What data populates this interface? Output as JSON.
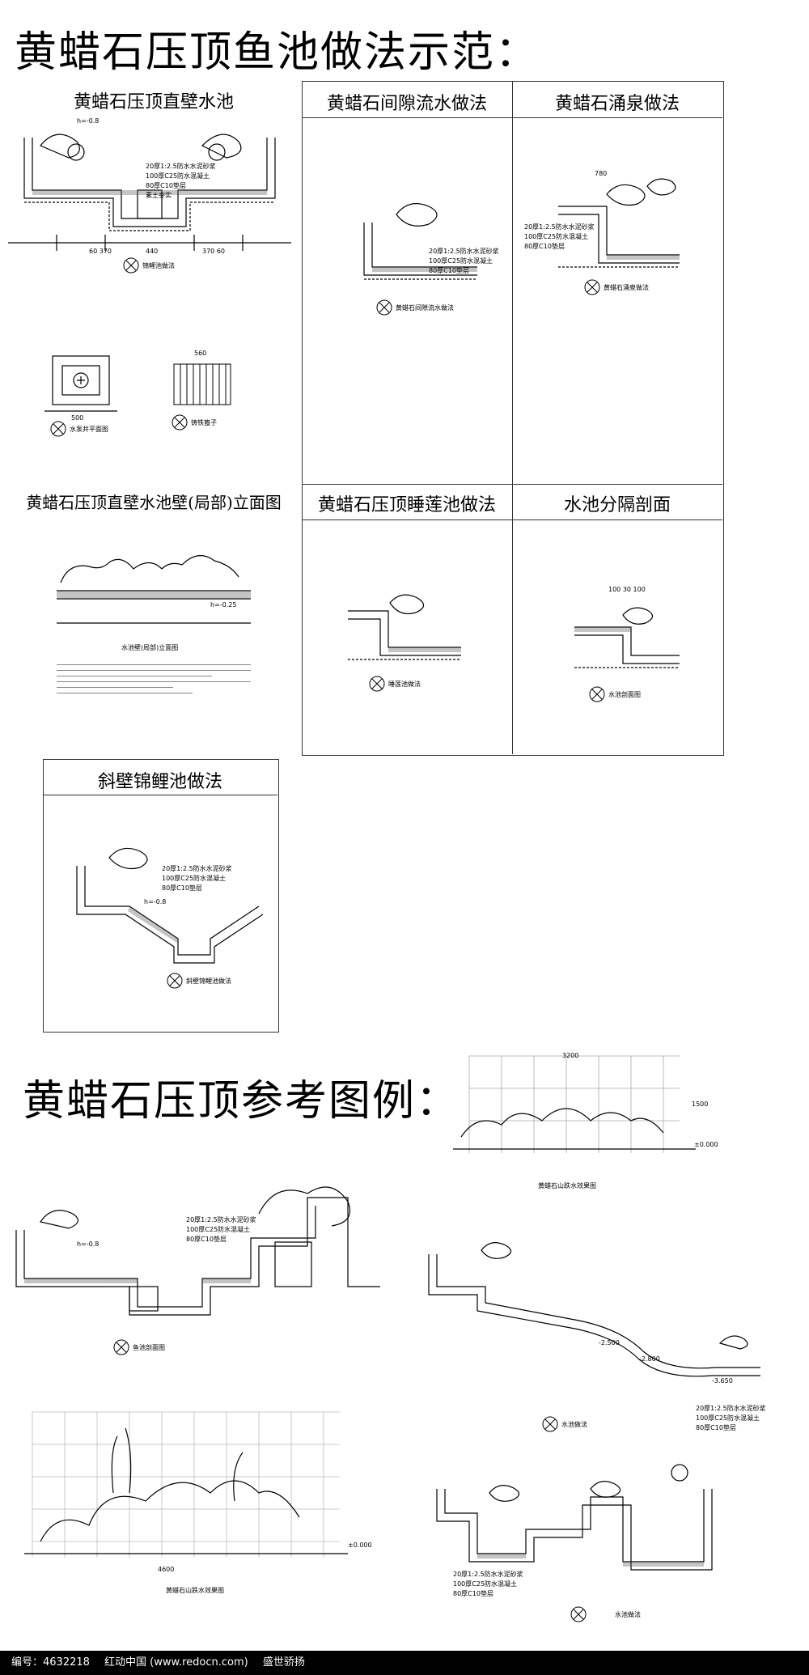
{
  "headings": {
    "main": "黄蜡石压顶鱼池做法示范：",
    "reference": "黄蜡石压顶参考图例："
  },
  "panels": {
    "p1": "黄蜡石压顶直壁水池",
    "p2": "黄蜡石间隙流水做法",
    "p3": "黄蜡石涌泉做法",
    "p4": "黄蜡石压顶直壁水池壁(局部)立面图",
    "p5": "黄蜡石压顶睡莲池做法",
    "p6": "水池分隔剖面",
    "p7": "斜壁锦鲤池做法"
  },
  "captions": {
    "c1": "锦鲤池做法",
    "c2": "水泵井平面图",
    "c3": "铸铁篦子",
    "c4": "黄蜡石间隙流水做法",
    "c5": "黄蜡石涌泉做法",
    "c6": "水池壁(局部)立面图",
    "c7": "睡莲池做法",
    "c8": "水池剖面图",
    "c9": "斜壁锦鲤池做法",
    "c10": "鱼池剖面图",
    "c11": "黄蜡石山跌水效果图",
    "c12": "水池做法",
    "c13": "黄蜡石山跌水效果图",
    "c14": "水池做法"
  },
  "dims": {
    "d1": "60 370",
    "d2": "440",
    "d3": "370 60",
    "d4": "500",
    "d5": "560",
    "d6": "h=-0.8",
    "d7": "780",
    "d8": "h=-0.25",
    "d9": "100 30 100",
    "d10": "3200",
    "d11": "1500",
    "d12": "±0.000",
    "d13": "4600",
    "d14": "-2.500",
    "d15": "-2.800",
    "d16": "-3.650"
  },
  "layers": {
    "l1": "20厚1:2.5防水水泥砂浆",
    "l2": "100厚C25防水混凝土",
    "l3": "80厚C10垫层",
    "l4": "素土夯实"
  },
  "footer": {
    "id_label": "编号：4632218",
    "site": "红动中国 (www.redocn.com)",
    "author": "盛世骄扬"
  }
}
